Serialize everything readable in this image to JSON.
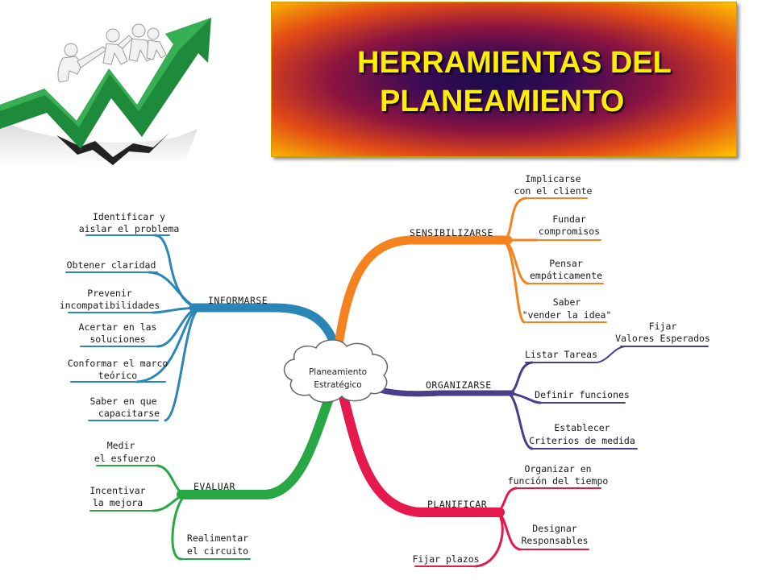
{
  "title": {
    "line1": "HERRAMIENTAS DEL",
    "line2": "PLANEAMIENTO"
  },
  "colors": {
    "informarse": "#2b86b8",
    "sensibilizarse": "#f4821f",
    "organizarse": "#4b3d8c",
    "planificar": "#e5194b",
    "evaluar": "#27a844",
    "logo_arrow": "#1e8a3c"
  },
  "mindmap": {
    "center": {
      "line1": "Planeamiento",
      "line2": "Estratégico"
    },
    "branches": {
      "informarse": {
        "label": "INFORMARSE",
        "items": [
          {
            "line1": "Identificar y",
            "line2": "aislar el problema"
          },
          {
            "line1": "Obtener claridad"
          },
          {
            "line1": "Prevenir",
            "line2": "incompatibilidades"
          },
          {
            "line1": "Acertar en las",
            "line2": "soluciones"
          },
          {
            "line1": "Conformar el marco",
            "line2": "teórico"
          },
          {
            "line1": "Saber en que",
            "line2": "capacitarse"
          }
        ]
      },
      "sensibilizarse": {
        "label": "SENSIBILIZARSE",
        "items": [
          {
            "line1": "Implicarse",
            "line2": "con el cliente"
          },
          {
            "line1": "Fundar",
            "line2": "compromisos"
          },
          {
            "line1": "Pensar",
            "line2": "empáticamente"
          },
          {
            "line1": "Saber",
            "line2": "\"vender la idea\""
          }
        ]
      },
      "organizarse": {
        "label": "ORGANIZARSE",
        "items": [
          {
            "line1": "Listar Tareas"
          },
          {
            "line1": "Definir funciones"
          },
          {
            "line1": "Establecer",
            "line2": "Criterios de medida"
          }
        ],
        "sub_item": {
          "line1": "Fijar",
          "line2": "Valores Esperados"
        }
      },
      "planificar": {
        "label": "PLANIFICAR",
        "items": [
          {
            "line1": "Organizar en",
            "line2": "función del tiempo"
          },
          {
            "line1": "Designar",
            "line2": "Responsables"
          },
          {
            "line1": "Fijar plazos"
          }
        ]
      },
      "evaluar": {
        "label": "EVALUAR",
        "items": [
          {
            "line1": "Medir",
            "line2": "el esfuerzo"
          },
          {
            "line1": "Incentivar",
            "line2": "la mejora"
          },
          {
            "line1": "Realimentar",
            "line2": "el circuito"
          }
        ]
      }
    }
  }
}
